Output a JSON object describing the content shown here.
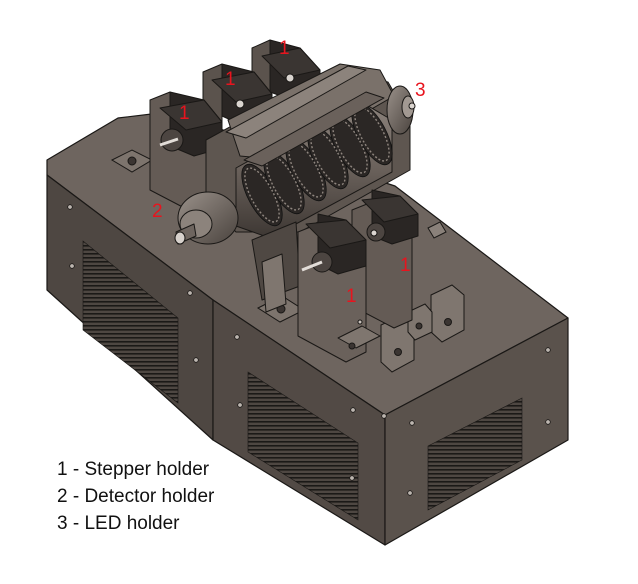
{
  "callouts": [
    {
      "id": "stepper-back-right",
      "text": "1"
    },
    {
      "id": "stepper-back-mid",
      "text": "1"
    },
    {
      "id": "stepper-back-left",
      "text": "1"
    },
    {
      "id": "stepper-front-left",
      "text": "1"
    },
    {
      "id": "stepper-front-right",
      "text": "1"
    },
    {
      "id": "detector",
      "text": "2"
    },
    {
      "id": "led",
      "text": "3"
    }
  ],
  "legend": {
    "items": [
      "1 - Stepper holder",
      "2 - Detector holder",
      "3 - LED holder"
    ]
  },
  "colors": {
    "callout": "#e8141e",
    "body_top": "#6b625c",
    "body_left": "#4e4742",
    "body_right": "#59514b",
    "edge": "#1a1816"
  }
}
